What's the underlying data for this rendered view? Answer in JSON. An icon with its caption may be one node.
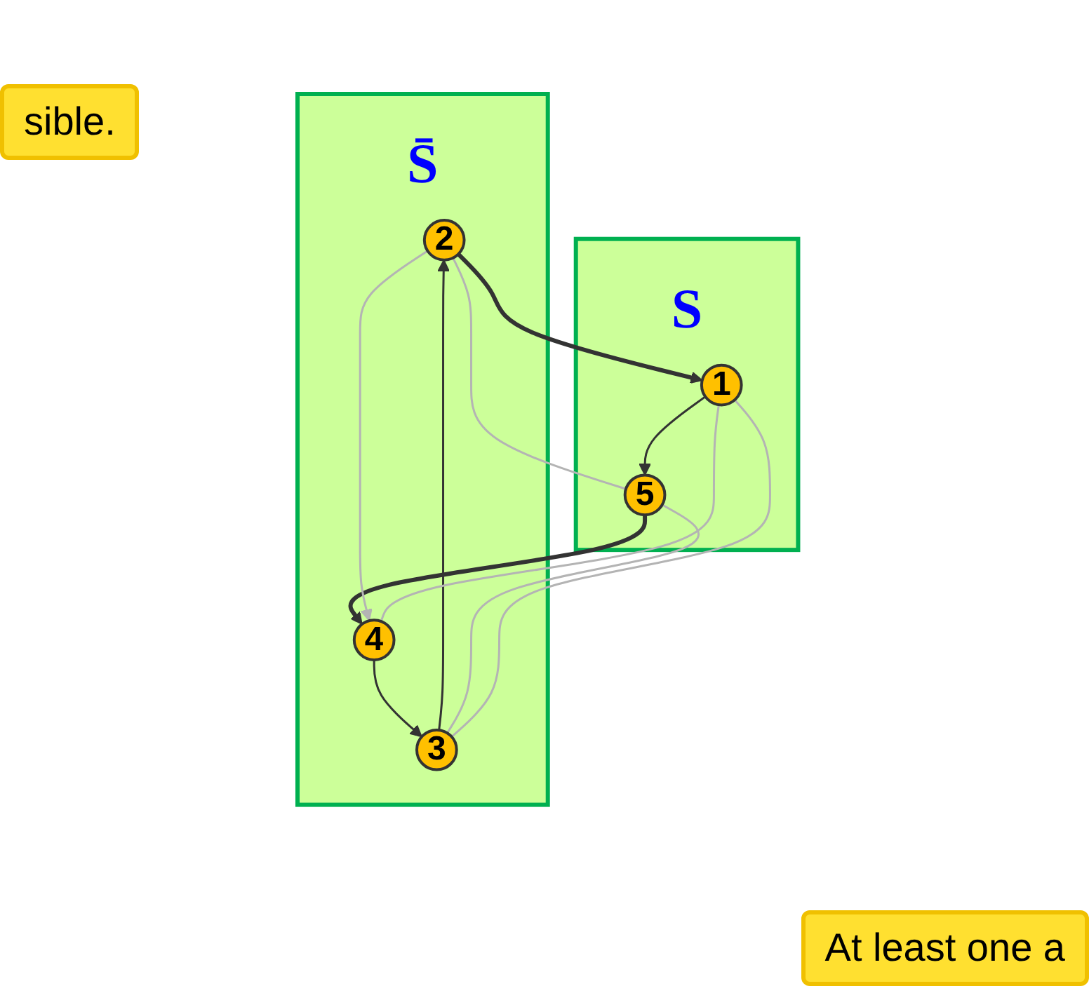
{
  "diagram": {
    "nodes": [
      {
        "text": [
          "S̄"
        ]
      },
      {
        "text": [
          "2"
        ],
        "in": 0
      },
      {
        "text": [
          "3"
        ],
        "in": 0
      },
      {
        "text": [
          "4"
        ],
        "in": 0
      },
      {
        "text": [
          "S"
        ]
      },
      {
        "text": [
          "1"
        ],
        "in": 4
      },
      {
        "text": [
          "5"
        ],
        "in": 4
      }
    ],
    "edges": [
      {
        "from": 2,
        "to": 1,
        "arrow": "to"
      },
      {
        "from": 1,
        "to": 5,
        "arrow": "to",
        "style": "thick"
      },
      {
        "from": 5,
        "to": 6,
        "arrow": "to"
      },
      {
        "from": 6,
        "to": 3,
        "arrow": "to",
        "style": "thick"
      },
      {
        "from": 3,
        "to": 2,
        "arrow": "to"
      },
      {
        "from": 1,
        "to": 3,
        "arrow": "to",
        "color": "#b4b4b4"
      },
      {
        "from": 1,
        "to": 6,
        "arrow": "none",
        "color": "#b4b4b4"
      },
      {
        "from": 2,
        "to": 6,
        "arrow": "none",
        "color": "#b4b4b4"
      },
      {
        "from": 2,
        "to": 5,
        "arrow": "none",
        "color": "#b4b4b4"
      },
      {
        "from": 5,
        "to": 3,
        "arrow": "none",
        "color": "#b4b4b4"
      }
    ],
    "labels": [
      "sible.",
      "At least one a"
    ]
  }
}
